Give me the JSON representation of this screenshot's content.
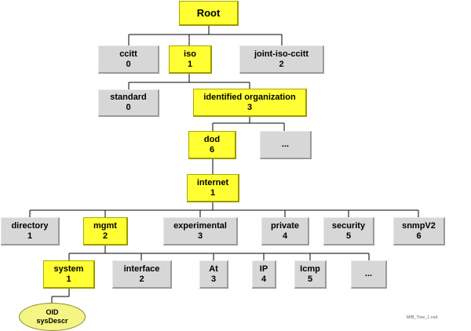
{
  "nodes": {
    "root": {
      "label": "Root",
      "num": ""
    },
    "ccitt": {
      "label": "ccitt",
      "num": "0"
    },
    "iso": {
      "label": "iso",
      "num": "1"
    },
    "joint": {
      "label": "joint-iso-ccitt",
      "num": "2"
    },
    "standard": {
      "label": "standard",
      "num": "0"
    },
    "identorg": {
      "label": "identified organization",
      "num": "3"
    },
    "dod": {
      "label": "dod",
      "num": "6"
    },
    "dodmore": {
      "label": "...",
      "num": ""
    },
    "internet": {
      "label": "internet",
      "num": "1"
    },
    "directory": {
      "label": "directory",
      "num": "1"
    },
    "mgmt": {
      "label": "mgmt",
      "num": "2"
    },
    "experimental": {
      "label": "experimental",
      "num": "3"
    },
    "private": {
      "label": "private",
      "num": "4"
    },
    "security": {
      "label": "security",
      "num": "5"
    },
    "snmpv2": {
      "label": "snmpV2",
      "num": "6"
    },
    "system": {
      "label": "system",
      "num": "1"
    },
    "interface": {
      "label": "interface",
      "num": "2"
    },
    "at": {
      "label": "At",
      "num": "3"
    },
    "ip": {
      "label": "IP",
      "num": "4"
    },
    "icmp": {
      "label": "Icmp",
      "num": "5"
    },
    "mgmtmore": {
      "label": "...",
      "num": ""
    }
  },
  "oid": {
    "line1": "OID",
    "line2": "sysDescr"
  },
  "footnote": "MIB_Tree_1.vsd"
}
